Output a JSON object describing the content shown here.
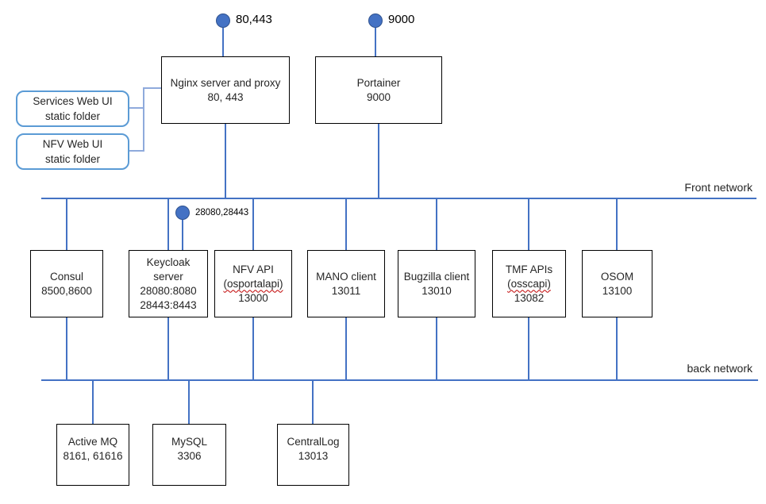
{
  "colors": {
    "line_blue": "#4472C4",
    "circle_fill": "#4472C4",
    "circle_border": "#2F528F",
    "folder_border": "#5B9BD5",
    "connector_light": "#8FAADC",
    "box_border": "#000000",
    "spellcheck_red": "#C00000"
  },
  "endpoints": {
    "web": {
      "label": "80,443"
    },
    "portainer": {
      "label": "9000"
    },
    "keycloak": {
      "label": "28080,28443"
    }
  },
  "networks": {
    "front": {
      "label": "Front network"
    },
    "back": {
      "label": "back network"
    }
  },
  "folders": {
    "services": {
      "line1": "Services Web UI",
      "line2": "static folder"
    },
    "nfv": {
      "line1": "NFV Web UI",
      "line2": "static folder"
    }
  },
  "nodes": {
    "nginx": {
      "line1": "Nginx server and proxy",
      "line2": "80, 443"
    },
    "portainer": {
      "line1": "Portainer",
      "line2": "9000"
    },
    "consul": {
      "line1": "Consul",
      "line2": "8500,8600"
    },
    "keycloak": {
      "line1": "Keycloak",
      "line2": "server",
      "line3": "28080:8080",
      "line4": "28443:8443"
    },
    "nfv_api": {
      "line1": "NFV API",
      "line2": "(osportalapi)",
      "line3": "13000"
    },
    "mano": {
      "line1": "MANO client",
      "line2": "13011"
    },
    "bugzilla": {
      "line1": "Bugzilla client",
      "line2": "13010"
    },
    "tmf": {
      "line1": "TMF APIs",
      "line2": "(osscapi)",
      "line3": "13082"
    },
    "osom": {
      "line1": "OSOM",
      "line2": "13100"
    },
    "activemq": {
      "line1": "Active MQ",
      "line2": "8161, 61616"
    },
    "mysql": {
      "line1": "MySQL",
      "line2": "3306"
    },
    "centrallog": {
      "line1": "CentralLog",
      "line2": "13013"
    }
  }
}
